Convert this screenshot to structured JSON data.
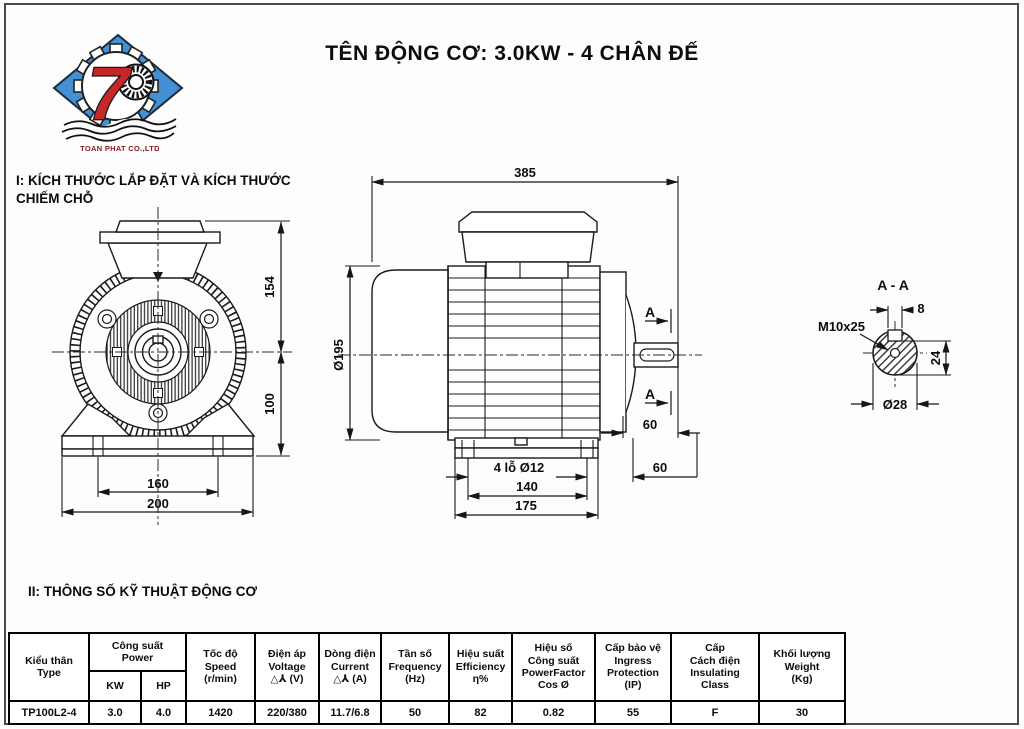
{
  "title": "TÊN ĐỘNG CƠ: 3.0KW - 4  CHÂN ĐẾ",
  "logo": {
    "company": "TOAN PHAT CO.,LTD",
    "monogram": "7"
  },
  "sections": {
    "i": [
      "I: KÍCH THƯỚC LẮP ĐẶT VÀ KÍCH THƯỚC",
      "CHIẾM CHỖ"
    ],
    "ii": "II: THÔNG SỐ KỸ THUẬT ĐỘNG CƠ"
  },
  "dims": {
    "front_height_upper": "154",
    "front_height_lower": "100",
    "front_width_inner": "160",
    "front_width_outer": "200",
    "side_length": "385",
    "side_diameter": "Ø195",
    "foot_holes": "4 lỗ Ø12",
    "foot_span_inner": "140",
    "foot_span_outer": "175",
    "shaft_length": "60",
    "shaft_offset": "60",
    "section_title": "A - A",
    "section_marker": "A",
    "key_width": "8",
    "key_height": "24",
    "shaft_diameter": "Ø28",
    "thread_spec": "M10x25"
  },
  "table": {
    "headers": {
      "type": [
        "Kiểu thân",
        "Type"
      ],
      "power": [
        "Công suất",
        "Power"
      ],
      "power_kw": "KW",
      "power_hp": "HP",
      "speed": [
        "Tốc độ",
        "Speed",
        "(r/min)"
      ],
      "voltage": [
        "Điện áp",
        "Voltage",
        "△⅄ (V)"
      ],
      "current": [
        "Dòng điện",
        "Current",
        "△⅄ (A)"
      ],
      "frequency": [
        "Tần số",
        "Frequency",
        "(Hz)"
      ],
      "efficiency": [
        "Hiệu suất",
        "Efficiency",
        "η%"
      ],
      "power_factor": [
        "Hiệu số",
        "Công suất",
        "PowerFactor",
        "Cos Ø"
      ],
      "protection": [
        "Cấp bảo vệ",
        "Ingress",
        "Protection",
        "(IP)"
      ],
      "insulation": [
        "Cấp",
        "Cách điện",
        "Insulating",
        "Class"
      ],
      "weight": [
        "Khối lượng",
        "Weight",
        "(Kg)"
      ]
    },
    "row": {
      "type": "TP100L2-4",
      "kw": "3.0",
      "hp": "4.0",
      "speed": "1420",
      "voltage": "220/380",
      "current": "11.7/6.8",
      "frequency": "50",
      "efficiency": "82",
      "power_factor": "0.82",
      "protection": "55",
      "insulation": "F",
      "weight": "30"
    }
  }
}
